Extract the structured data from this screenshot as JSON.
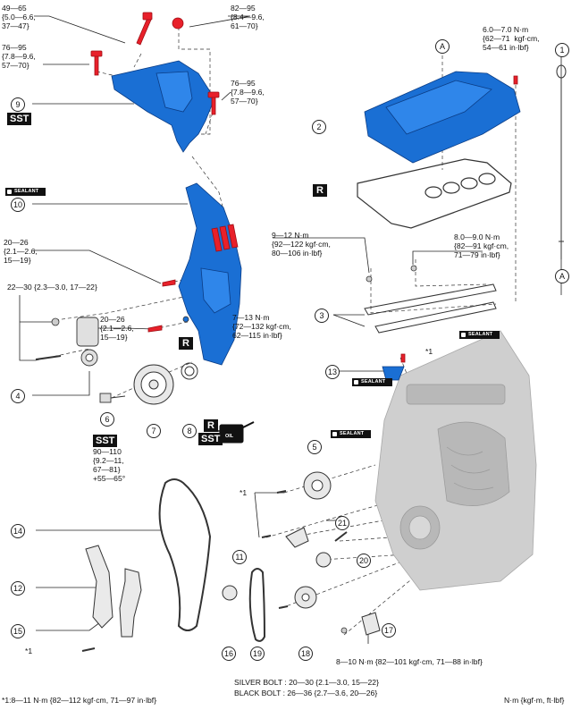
{
  "torques": {
    "t1": "49—65\n{5.0—6.6,\n37—47}",
    "t2": "82—95\n{8.4—9.6,\n61—70}",
    "t3": "76—95\n{7.8—9.6,\n57—70}",
    "t4": "76—95\n{7.8—9.6,\n57—70}",
    "t5": "6.0—7.0 N·m\n{62—71  kgf·cm,\n54—61 in·lbf}",
    "t6": "20—26\n{2.1—2.6,\n15—19}",
    "t7": "9—12 N·m\n{92—122 kgf·cm,\n80—106 in·lbf}",
    "t8": "8.0—9.0 N·m\n{82—91 kgf·cm,\n71—79 in·lbf}",
    "t9": "22—30 {2.3—3.0, 17—22}",
    "t10": "20—26\n{2.1—2.6,\n15—19}",
    "t11": "7—13 N·m\n{72—132 kgf·cm,\n62—115 in·lbf}",
    "t12": "90—110\n{9.2—11,\n67—81}\n+55—65°",
    "t13": "8—10 N·m {82—101 kgf·cm, 71—88 in·lbf}",
    "silver": "SILVER BOLT : 20—30 {2.1—3.0, 15—22}",
    "black": "BLACK BOLT : 26—36 {2.7—3.6, 20—26}",
    "star_note": "*1:8—11 N·m {82—112 kgf·cm, 71—97 in·lbf}",
    "units": "N·m {kgf·m, ft·lbf}"
  },
  "markers": {
    "star": "*1",
    "sst": "SST",
    "r": "R",
    "sealant": "SEALANT",
    "oil": "OIL",
    "a": "A"
  },
  "callouts": [
    "1",
    "2",
    "3",
    "4",
    "5",
    "6",
    "7",
    "8",
    "9",
    "10",
    "11",
    "12",
    "13",
    "14",
    "15",
    "16",
    "17",
    "18",
    "19",
    "20",
    "21"
  ],
  "colors": {
    "part_blue": "#1a6fd4",
    "bolt_red": "#e8202a",
    "engine_gray": "#c8c8c8"
  }
}
